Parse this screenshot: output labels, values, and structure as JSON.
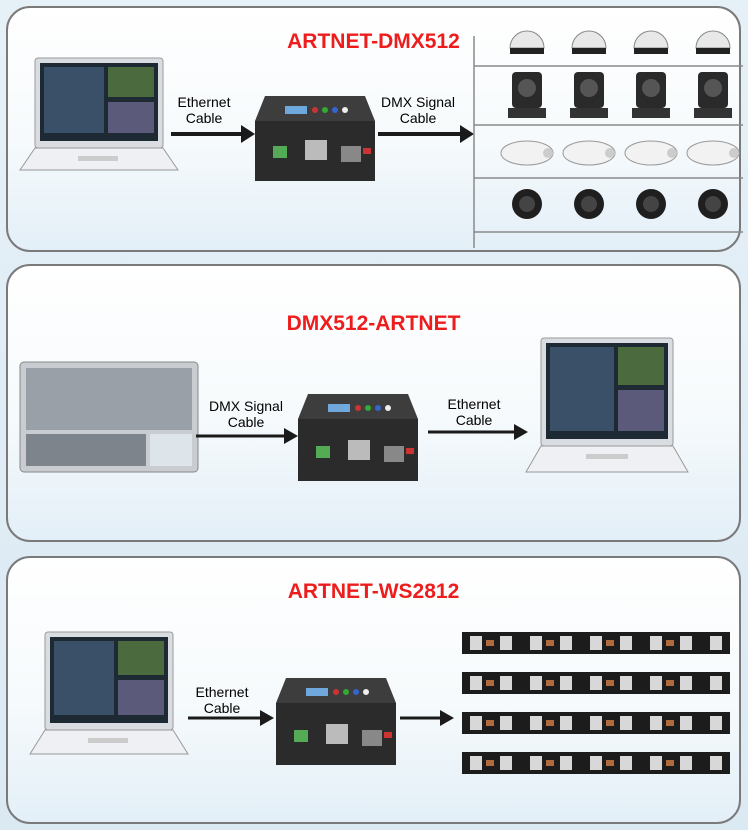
{
  "panels": [
    {
      "title": "ARTNET-DMX512",
      "label_left": [
        "Ethernet",
        "Cable"
      ],
      "label_right": [
        "DMX Signal",
        "Cable"
      ]
    },
    {
      "title": "DMX512-ARTNET",
      "label_left": [
        "DMX Signal",
        "Cable"
      ],
      "label_right": [
        "Ethernet",
        "Cable"
      ]
    },
    {
      "title": "ARTNET-WS2812",
      "label_left": [
        "Ethernet",
        "Cable"
      ]
    }
  ],
  "colors": {
    "title": "#ee1d1d",
    "arrow": "#1a1a1a",
    "device_body": "#2b2b2b",
    "frame": "#7a7a7a"
  }
}
